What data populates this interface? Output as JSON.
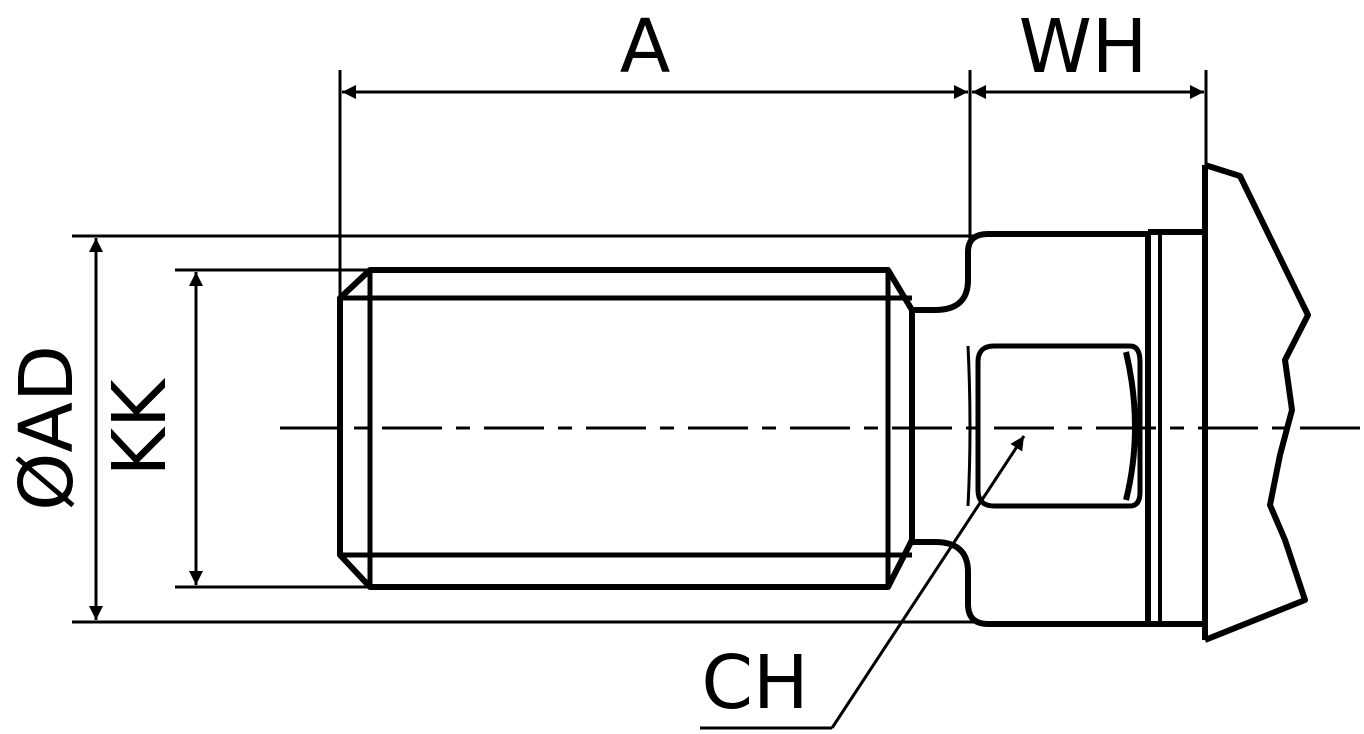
{
  "labels": {
    "a": "A",
    "wh": "WH",
    "ad": "ØAD",
    "kk": "KK",
    "ch": "CH"
  },
  "colors": {
    "stroke": "#000000",
    "background": "#ffffff"
  }
}
